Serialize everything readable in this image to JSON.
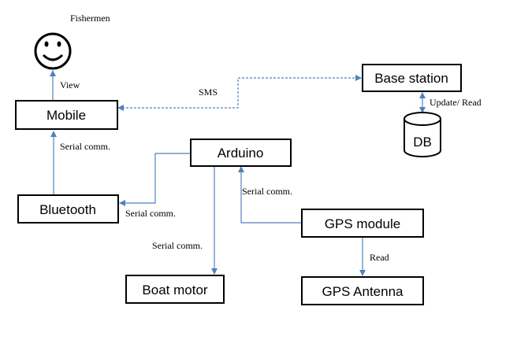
{
  "actor": {
    "label": "Fishermen",
    "icon": "smiley-face-icon"
  },
  "nodes": {
    "mobile": "Mobile",
    "base_station": "Base station",
    "db": "DB",
    "arduino": "Arduino",
    "bluetooth": "Bluetooth",
    "gps_module": "GPS module",
    "boat_motor": "Boat motor",
    "gps_antenna": "GPS Antenna"
  },
  "edges": {
    "mobile_to_fishermen": "View",
    "base_to_mobile": "SMS",
    "base_db": "Update/ Read",
    "bluetooth_to_mobile": "Serial comm.",
    "arduino_to_bluetooth": "Serial comm.",
    "gps_to_arduino": "Serial comm.",
    "arduino_to_motor": "Serial comm.",
    "gps_module_antenna": "Read"
  },
  "colors": {
    "connector": "#4f81bd",
    "box_border": "#000000"
  }
}
